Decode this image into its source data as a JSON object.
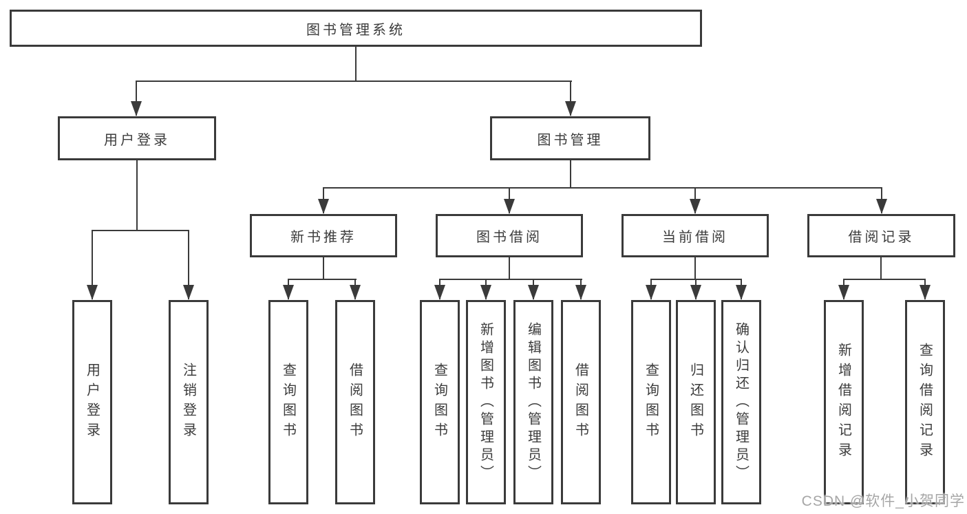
{
  "diagram": {
    "title": "图书管理系统",
    "level2": {
      "user_login": {
        "label": "用户登录"
      },
      "book_management": {
        "label": "图书管理"
      }
    },
    "level3": {
      "new_book_recommendation": {
        "label": "新书推荐"
      },
      "book_borrowing": {
        "label": "图书借阅"
      },
      "current_borrowing": {
        "label": "当前借阅"
      },
      "borrowing_records": {
        "label": "借阅记录"
      }
    },
    "leaves": {
      "user_login": "用户登录",
      "logout": "注销登录",
      "recommend_query_books": "查询图书",
      "recommend_borrow_books": "借阅图书",
      "borrowing_query_books": "查询图书",
      "borrowing_add_books": "新增图书（管理员）",
      "borrowing_edit_books": "编辑图书（管理员）",
      "borrowing_borrow_books": "借阅图书",
      "current_query_books": "查询图书",
      "current_return_books": "归还图书",
      "current_confirm_return": "确认归还（管理员）",
      "records_add_record": "新增借阅记录",
      "records_query_record": "查询借阅记录"
    }
  },
  "watermark": {
    "text": "CSDN @软件_小贺同学"
  },
  "colors": {
    "line": "#3a3a3a",
    "text": "#3c3c3c",
    "background": "#ffffff",
    "watermark": "#9e9e9e"
  }
}
